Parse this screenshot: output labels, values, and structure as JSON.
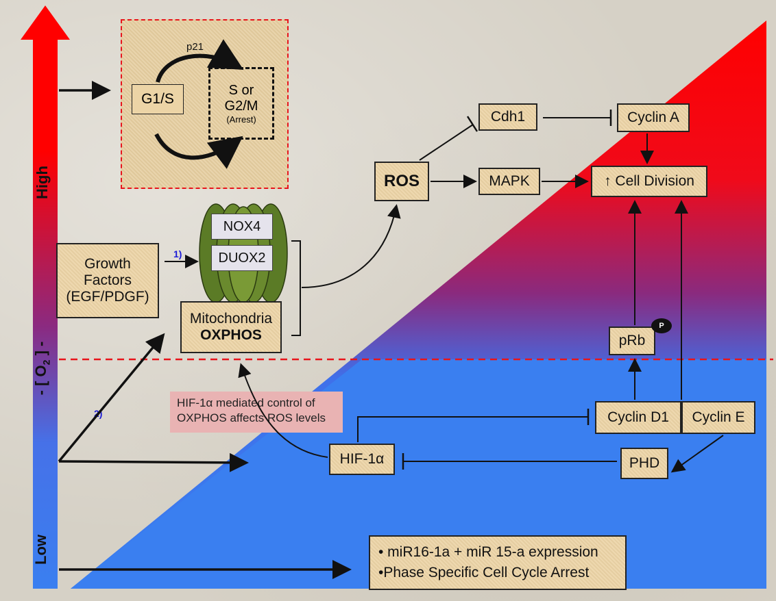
{
  "axis": {
    "high": "High",
    "low": "Low",
    "o2_label_left": "- [ O",
    "o2_label_sub": "2",
    "o2_label_right": " ] -"
  },
  "cell_cycle": {
    "p21": "p21",
    "g1s": "G1/S",
    "s_or": "S or",
    "g2m": "G2/M",
    "arrest": "(Arrest)"
  },
  "growth_factors": {
    "line1": "Growth",
    "line2": "Factors",
    "line3": "(EGF/PDGF)"
  },
  "enzymes": {
    "nox4": "NOX4",
    "duox2": "DUOX2"
  },
  "mito": {
    "line1": "Mitochondria",
    "line2": "OXPHOS"
  },
  "steps": {
    "one": "1)",
    "two": "2)"
  },
  "nodes": {
    "ros": "ROS",
    "cdh1": "Cdh1",
    "cyclin_a": "Cyclin A",
    "mapk": "MAPK",
    "cell_division": "↑ Cell Division",
    "prb": "pRb",
    "p_badge": "P",
    "cyclin_d1": "Cyclin D1",
    "cyclin_e": "Cyclin E",
    "hif": "HIF-1α",
    "phd": "PHD"
  },
  "note": {
    "line1": "HIF-1α  mediated control of",
    "line2": "OXPHOS affects ROS levels"
  },
  "bottom_box": {
    "line1": "• miR16-1a + miR 15-a expression",
    "line2": "•Phase Specific Cell Cycle Arrest"
  },
  "colors": {
    "high": "#ff0000",
    "low": "#3a7ff0",
    "box_fill": "#ecd4a6",
    "dashed_line": "#e8141b",
    "note_fill": "#e9b3b3",
    "enzyme_green": "#5b7b26"
  }
}
